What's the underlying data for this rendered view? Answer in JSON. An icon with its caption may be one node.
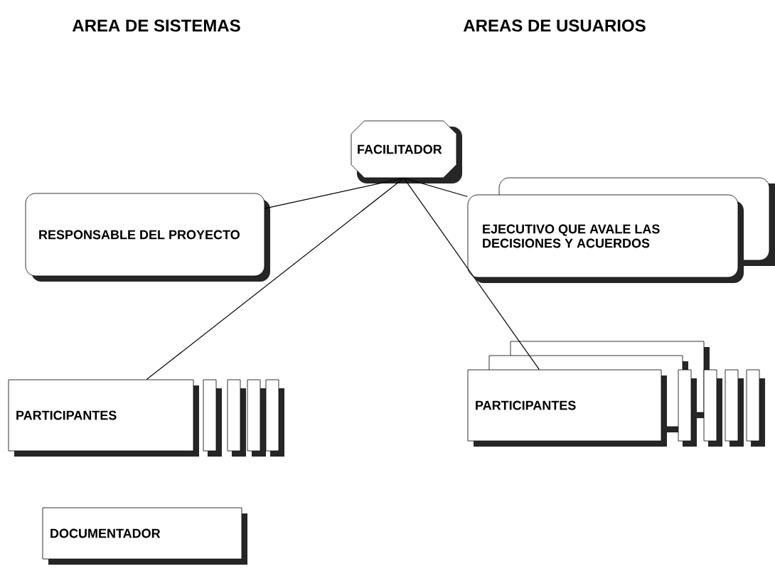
{
  "diagram": {
    "nodes": [
      {
        "text": [
          "FACILITADOR"
        ]
      },
      {
        "text": [
          "RESPONSABLE DEL PROYECTO"
        ]
      },
      {
        "text": [
          "EJECUTIVO QUE AVALE LAS DECISIONES Y ACUERDOS"
        ]
      },
      {
        "text": [
          "PARTICIPANTES"
        ]
      },
      {
        "text": [
          "PARTICIPANTES"
        ]
      },
      {
        "text": [
          "DOCUMENTADOR"
        ]
      }
    ],
    "edges": [
      {
        "from": 0,
        "to": 1,
        "arrow": "none"
      },
      {
        "from": 0,
        "to": 2,
        "arrow": "none"
      },
      {
        "from": 0,
        "to": 3,
        "arrow": "none"
      },
      {
        "from": 0,
        "to": 4,
        "arrow": "none"
      }
    ],
    "labels": [
      "AREA DE SISTEMAS",
      "AREAS DE USUARIOS"
    ]
  }
}
